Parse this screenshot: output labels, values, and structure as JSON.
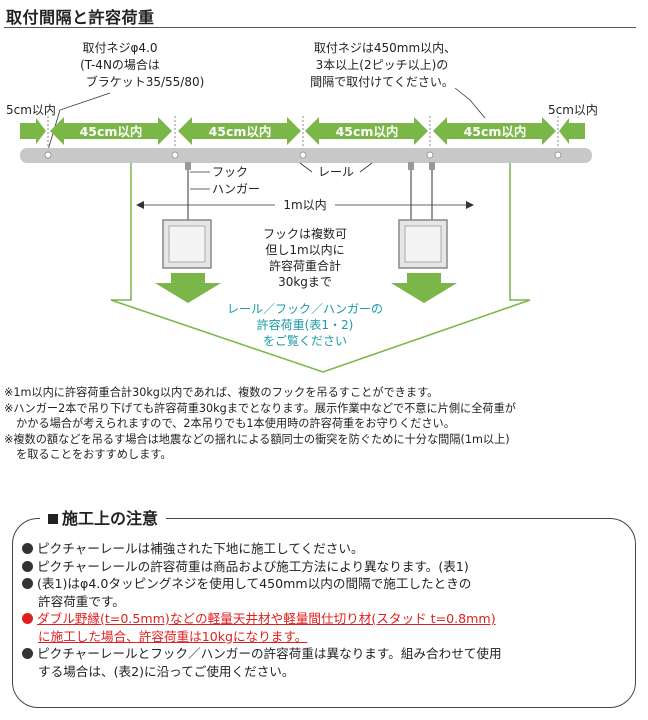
{
  "header": {
    "title": "取付間隔と許容荷重"
  },
  "diagram": {
    "screw_note": [
      "取付ネジφ4.0",
      "(T-4Nの場合は",
      "ブラケット35/55/80)"
    ],
    "interval_note": [
      "取付ネジは450mm以内、",
      "3本以上(2ピッチ以上)の",
      "間隔で取付けてください。"
    ],
    "edge_label_left": "5cm以内",
    "edge_label_right": "5cm以内",
    "span_labels": [
      "45cm以内",
      "45cm以内",
      "45cm以内",
      "45cm以内"
    ],
    "hook_label": "フック",
    "rail_label": "レール",
    "hanger_label": "ハンガー",
    "one_meter_label": "1m以内",
    "load_text": [
      "フックは複数可",
      "但し1m以内に",
      "許容荷重合計",
      "30kgまで"
    ],
    "reference_text": [
      "レール／フック／ハンガーの",
      "許容荷重(表1・2)",
      "をご覧ください"
    ],
    "colors": {
      "arrow_green": "#7ab648",
      "rail_gray": "#c8c8c8",
      "teal_text": "#1a9aa8"
    }
  },
  "notes": [
    {
      "text": "※1m以内に許容荷重合計30kg以内であれば、複数のフックを吊るすことができます。",
      "cont": ""
    },
    {
      "text": "※ハンガー2本で吊り下げても許容荷重30kgまでとなります。展示作業中などで不意に片側に全荷重が",
      "cont": "かかる場合が考えられますので、2本吊りでも1本使用時の許容荷重をお守りください。"
    },
    {
      "text": "※複数の額などを吊るす場合は地震などの揺れによる額同士の衝突を防ぐために十分な間隔(1m以上)",
      "cont": "を取ることをおすすめします。"
    }
  ],
  "caution": {
    "title": "施工上の注意",
    "items": [
      {
        "text": "ピクチャーレールは補強された下地に施工してください。",
        "cont": "",
        "highlight": false
      },
      {
        "text": "ピクチャーレールの許容荷重は商品および施工方法により異なります。(表1)",
        "cont": "",
        "highlight": false
      },
      {
        "text": "(表1)はφ4.0タッピングネジを使用して450mm以内の間隔で施工したときの",
        "cont": "許容荷重です。",
        "highlight": false
      },
      {
        "text": "ダブル野縁(t=0.5mm)などの軽量天井材や軽量間仕切り材(スタッド t=0.8mm)",
        "cont": "に施工した場合、許容荷重は10kgになります。",
        "highlight": true
      },
      {
        "text": "ピクチャーレールとフック／ハンガーの許容荷重は異なります。組み合わせて使用",
        "cont": "する場合は、(表2)に沿ってご使用ください。",
        "highlight": false
      }
    ]
  }
}
